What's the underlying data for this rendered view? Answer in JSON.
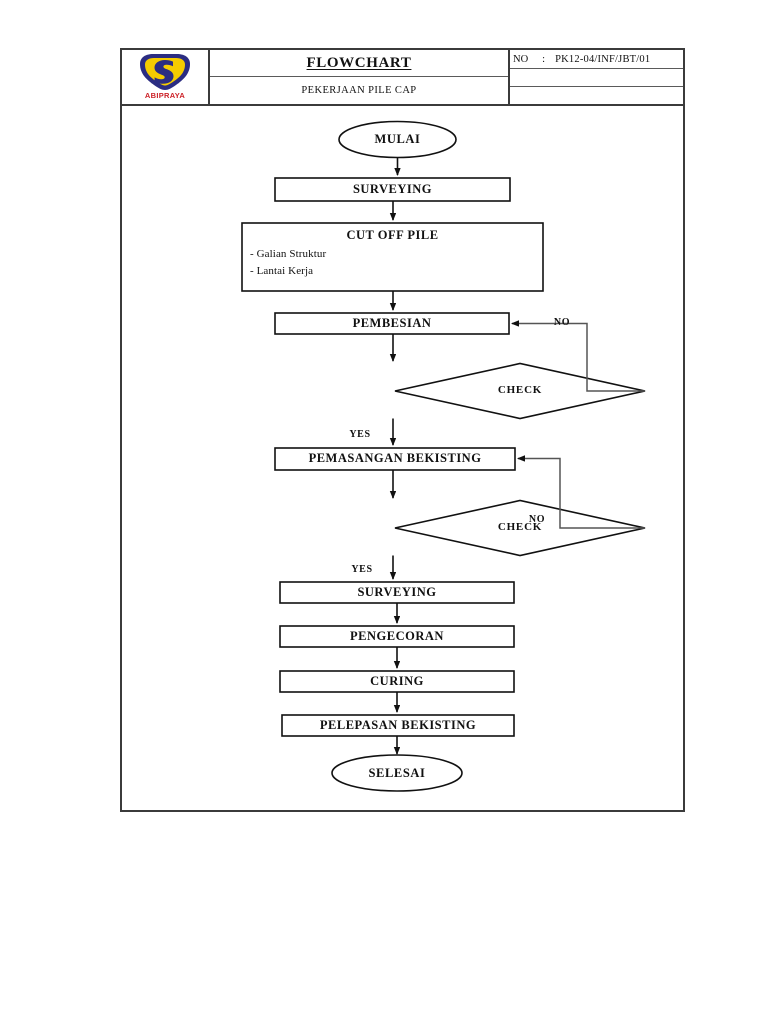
{
  "document": {
    "header": {
      "logo_name": "abipraya-logo",
      "logo_text": "ABIPRAYA",
      "title": "FLOWCHART",
      "subtitle": "PEKERJAAN PILE CAP",
      "no_label": "NO",
      "no_colon": ":",
      "no_value": "PK12-04/INF/JBT/01"
    },
    "colors": {
      "logo_yellow": "#f5cc00",
      "logo_blue": "#2b2d82",
      "logo_red": "#cc2127",
      "line": "#111111",
      "frame": "#3b3b3b"
    }
  },
  "chart_data": {
    "type": "diagram",
    "title": "FLOWCHART PEKERJAAN PILE CAP",
    "nodes": [
      {
        "id": "start",
        "shape": "terminator",
        "label": "MULAI"
      },
      {
        "id": "survey1",
        "shape": "process",
        "label": "SURVEYING"
      },
      {
        "id": "cutoff",
        "shape": "process",
        "label": "CUT OFF PILE",
        "sub_items": [
          "- Galian Struktur",
          "- Lantai Kerja"
        ]
      },
      {
        "id": "pembesian",
        "shape": "process",
        "label": "PEMBESIAN"
      },
      {
        "id": "check1",
        "shape": "decision",
        "label": "CHECK"
      },
      {
        "id": "bekisting",
        "shape": "process",
        "label": "PEMASANGAN BEKISTING"
      },
      {
        "id": "check2",
        "shape": "decision",
        "label": "CHECK"
      },
      {
        "id": "survey2",
        "shape": "process",
        "label": "SURVEYING"
      },
      {
        "id": "pengecoran",
        "shape": "process",
        "label": "PENGECORAN"
      },
      {
        "id": "curing",
        "shape": "process",
        "label": "CURING"
      },
      {
        "id": "pelepasan",
        "shape": "process",
        "label": "PELEPASAN BEKISTING"
      },
      {
        "id": "end",
        "shape": "terminator",
        "label": "SELESAI"
      }
    ],
    "edges": [
      {
        "from": "start",
        "to": "survey1",
        "label": ""
      },
      {
        "from": "survey1",
        "to": "cutoff",
        "label": ""
      },
      {
        "from": "cutoff",
        "to": "pembesian",
        "label": ""
      },
      {
        "from": "pembesian",
        "to": "check1",
        "label": ""
      },
      {
        "from": "check1",
        "to": "bekisting",
        "label": "YES"
      },
      {
        "from": "check1",
        "to": "pembesian",
        "label": "NO"
      },
      {
        "from": "bekisting",
        "to": "check2",
        "label": ""
      },
      {
        "from": "check2",
        "to": "survey2",
        "label": "YES"
      },
      {
        "from": "check2",
        "to": "bekisting",
        "label": "NO"
      },
      {
        "from": "survey2",
        "to": "pengecoran",
        "label": ""
      },
      {
        "from": "pengecoran",
        "to": "curing",
        "label": ""
      },
      {
        "from": "curing",
        "to": "pelepasan",
        "label": ""
      },
      {
        "from": "pelepasan",
        "to": "end",
        "label": ""
      }
    ],
    "edge_labels": {
      "yes_1": "YES",
      "no_1": "NO",
      "yes_2": "YES",
      "no_2": "NO"
    }
  }
}
